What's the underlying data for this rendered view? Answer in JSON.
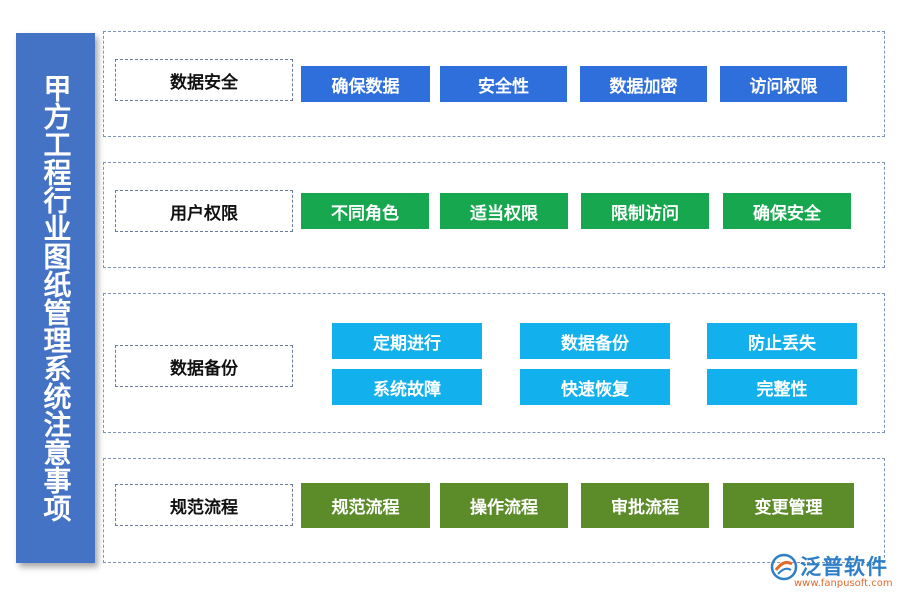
{
  "title": "甲方工程行业图纸管理系统注意事项",
  "sections": [
    {
      "label": "数据安全",
      "items": [
        "确保数据",
        "安全性",
        "数据加密",
        "访问权限"
      ]
    },
    {
      "label": "用户权限",
      "items": [
        "不同角色",
        "适当权限",
        "限制访问",
        "确保安全"
      ]
    },
    {
      "label": "数据备份",
      "items": [
        "定期进行",
        "数据备份",
        "防止丢失",
        "系统故障",
        "快速恢复",
        "完整性"
      ]
    },
    {
      "label": "规范流程",
      "items": [
        "规范流程",
        "操作流程",
        "审批流程",
        "变更管理"
      ]
    }
  ],
  "logo": {
    "name": "泛普软件",
    "url": "www.fanpusoft.com",
    "icon": "fanpu-logo-icon"
  },
  "colors": {
    "title_bg": "#4472c4",
    "security": "#2f6fdc",
    "permission": "#17a84f",
    "backup": "#12b0ec",
    "process": "#5c8c2a"
  }
}
